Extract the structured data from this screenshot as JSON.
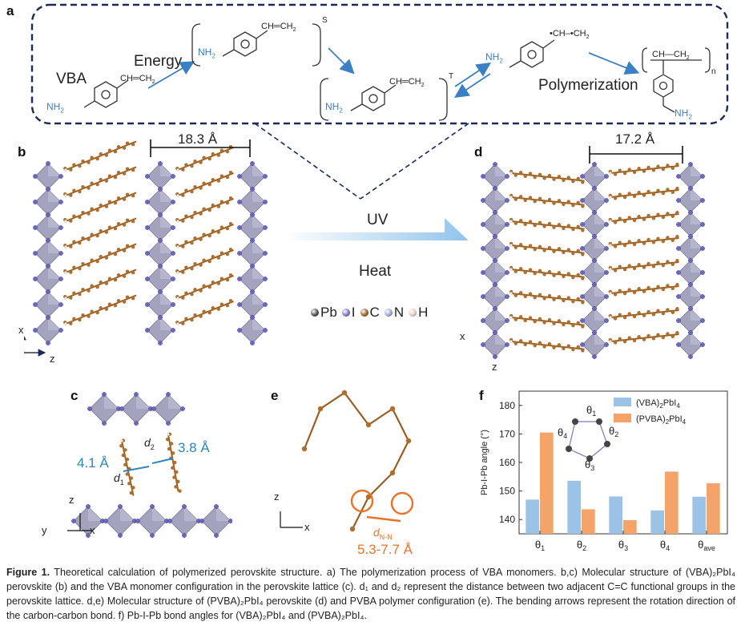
{
  "panel_a": {
    "label": "a",
    "vba": "VBA",
    "energy": "Energy",
    "polymerization": "Polymerization",
    "nh2": "NH",
    "nh2_sub": "2",
    "vinyl": "CH",
    "ch2": "CH",
    "ch2_sub": "2",
    "singlet": "S",
    "triplet": "T",
    "poly_n": "n"
  },
  "panel_b": {
    "label": "b",
    "spacing": "18.3 Å",
    "axis_x": "x",
    "axis_z": "z"
  },
  "panel_d": {
    "label": "d",
    "spacing": "17.2 Å",
    "axis_x": "x",
    "axis_z": "z"
  },
  "arrow": {
    "uv": "UV",
    "heat": "Heat"
  },
  "legend": {
    "items": [
      {
        "label": "Pb",
        "color": "#4d4d4d"
      },
      {
        "label": "I",
        "color": "#7b76c6"
      },
      {
        "label": "C",
        "color": "#9a5f24"
      },
      {
        "label": "N",
        "color": "#9aa8d8"
      },
      {
        "label": "H",
        "color": "#e8c8c0"
      }
    ]
  },
  "panel_c": {
    "label": "c",
    "d1_value": "4.1 Å",
    "d2_value": "3.8 Å",
    "d1": "d",
    "d1_sub": "1",
    "d2": "d",
    "d2_sub": "2",
    "axis_z": "z",
    "axis_y": "y",
    "axis_x": "x"
  },
  "panel_e": {
    "label": "e",
    "dnn": "d",
    "dnn_sub": "N-N",
    "range": "5.3-7.7 Å",
    "axis_z": "z",
    "axis_x": "x"
  },
  "panel_f": {
    "label": "f",
    "inset_labels": [
      "θ",
      "θ",
      "θ",
      "θ"
    ],
    "inset_subs": [
      "1",
      "2",
      "3",
      "4"
    ]
  },
  "chart_data": {
    "type": "bar",
    "ylabel": "Pb-I-Pb angle (°)",
    "ylim": [
      135,
      185
    ],
    "yticks": [
      140,
      150,
      160,
      170,
      180
    ],
    "categories": [
      "θ1",
      "θ2",
      "θ3",
      "θ4",
      "θave"
    ],
    "category_main": [
      "θ",
      "θ",
      "θ",
      "θ",
      "θ"
    ],
    "category_sub": [
      "1",
      "2",
      "3",
      "4",
      "ave"
    ],
    "series": [
      {
        "name": "(VBA)2PbI4",
        "name_main": "(VBA)",
        "name_s1": "2",
        "name_mid": "PbI",
        "name_s2": "4",
        "color": "#9cc3e6",
        "values": [
          147.0,
          153.6,
          148.1,
          143.2,
          148.0
        ]
      },
      {
        "name": "(PVBA)2PbI4",
        "name_main": "(PVBA)",
        "name_s1": "2",
        "name_mid": "PbI",
        "name_s2": "4",
        "color": "#f4a46b",
        "values": [
          170.5,
          143.6,
          139.8,
          156.8,
          152.7
        ]
      }
    ],
    "legend_position": "top-right",
    "grid": false
  },
  "caption": {
    "title": "Figure 1.",
    "text": " Theoretical calculation of polymerized perovskite structure. a) The polymerization process of VBA monomers. b,c) Molecular structure of (VBA)₂PbI₄ perovskite (b) and the VBA monomer configuration in the perovskite lattice (c). d₁ and d₂ represent the distance between two adjacent C=C functional groups in the perovskite lattice. d,e) Molecular structure of (PVBA)₂PbI₄ perovskite (d) and PVBA polymer configuration (e). The bending arrows represent the rotation direction of the carbon-carbon bond. f) Pb-I-Pb bond angles for (VBA)₂PbI₄ and (PVBA)₂PbI₄."
  }
}
